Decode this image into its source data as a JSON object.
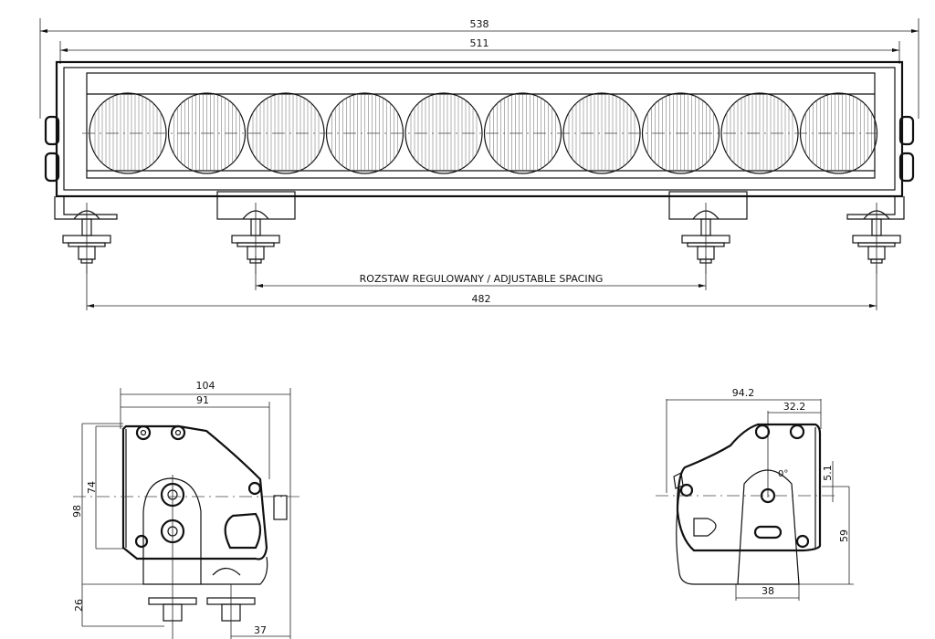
{
  "dimensions": {
    "overall_length": "538",
    "frame_length": "511",
    "adjustable_spacing_label": "ROZSTAW REGULOWANY / ADJUSTABLE SPACING",
    "mount_spacing": "482",
    "side_total_depth": "104",
    "side_body_depth": "91",
    "side_total_height": "98",
    "side_lens_height": "74",
    "side_bolt_height": "26",
    "side_bolt_offset": "37",
    "end_depth": "94.2",
    "end_pivot_offset": "32.2",
    "end_center_offset": "5.1",
    "end_pivot_height": "59",
    "end_bracket_width": "38",
    "end_angle_label": "0°"
  }
}
